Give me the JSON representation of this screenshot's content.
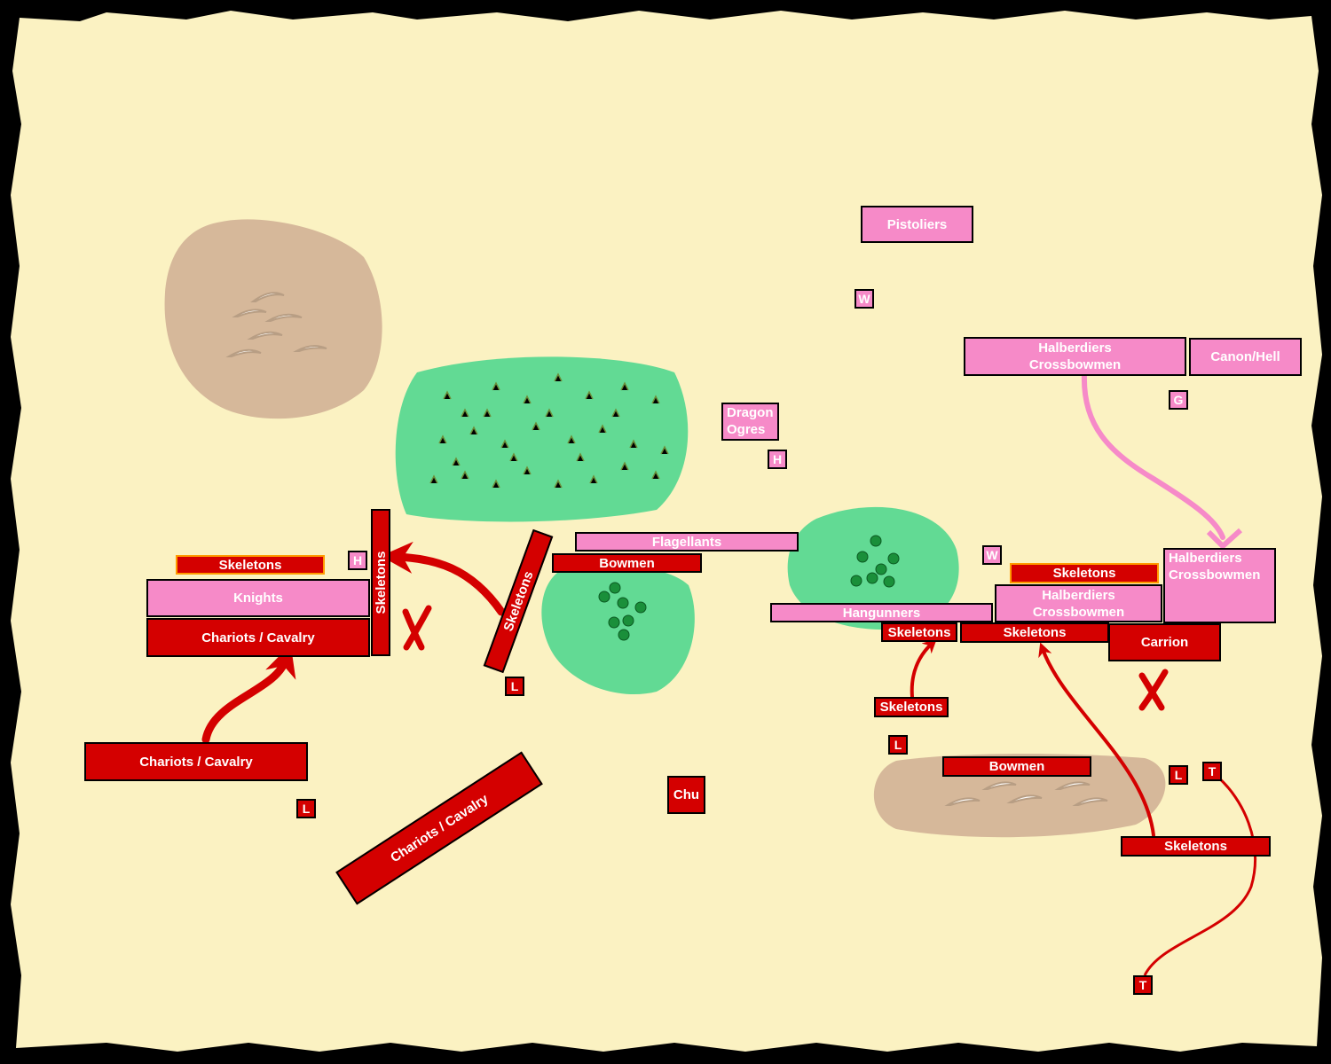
{
  "colors": {
    "parchment": "#fbf2c2",
    "border": "#000000",
    "hill": "#d6b89a",
    "forest": "#62da94",
    "undead_army": "#d40000",
    "empire_army": "#f68ac8",
    "move_arrow_undead": "#d40000",
    "move_arrow_empire": "#f68ac8",
    "unit_text": "#ffffff"
  },
  "terrain": {
    "hills": [
      "hill",
      "hill"
    ],
    "woods": [
      "wood",
      "wood",
      "wood"
    ]
  },
  "units": {
    "pistoliers": "Pistoliers",
    "chip_w_top": "W",
    "halberdiers_top_line1": "Halberdiers",
    "halberdiers_top_line2": "Crossbowmen",
    "canon_hell": "Canon/Hell",
    "chip_g": "G",
    "dragon_ogres_line1": "Dragon",
    "dragon_ogres_line2": "Ogres",
    "chip_h_center": "H",
    "flagellants": "Flagellants",
    "bowmen_center": "Bowmen",
    "skeletons_diag": "Skeletons",
    "chip_l_center": "L",
    "skeletons_left_gold": "Skeletons",
    "chip_h_left": "H",
    "knights": "Knights",
    "chariots_left_front": "Chariots / Cavalry",
    "skeletons_vertical": "Skeletons",
    "chariots_left_rear": "Chariots / Cavalry",
    "chip_l_left": "L",
    "chariots_diag": "Chariots / Cavalry",
    "chu": "Chu",
    "hangunners": "Hangunners",
    "skeletons_right_a": "Skeletons",
    "skeletons_right_b": "Skeletons",
    "chip_w_right": "W",
    "skeletons_right_gold": "Skeletons",
    "halberdiers_mid_line1": "Halberdiers",
    "halberdiers_mid_line2": "Crossbowmen",
    "halberdiers_right_line1": "Halberdiers",
    "halberdiers_right_line2": "Crossbowmen",
    "carrion": "Carrion",
    "skeletons_lower": "Skeletons",
    "chip_l_lower": "L",
    "bowmen_right": "Bowmen",
    "chip_l_right": "L",
    "chip_t_top": "T",
    "skeletons_far_right": "Skeletons",
    "chip_t_bottom": "T"
  }
}
